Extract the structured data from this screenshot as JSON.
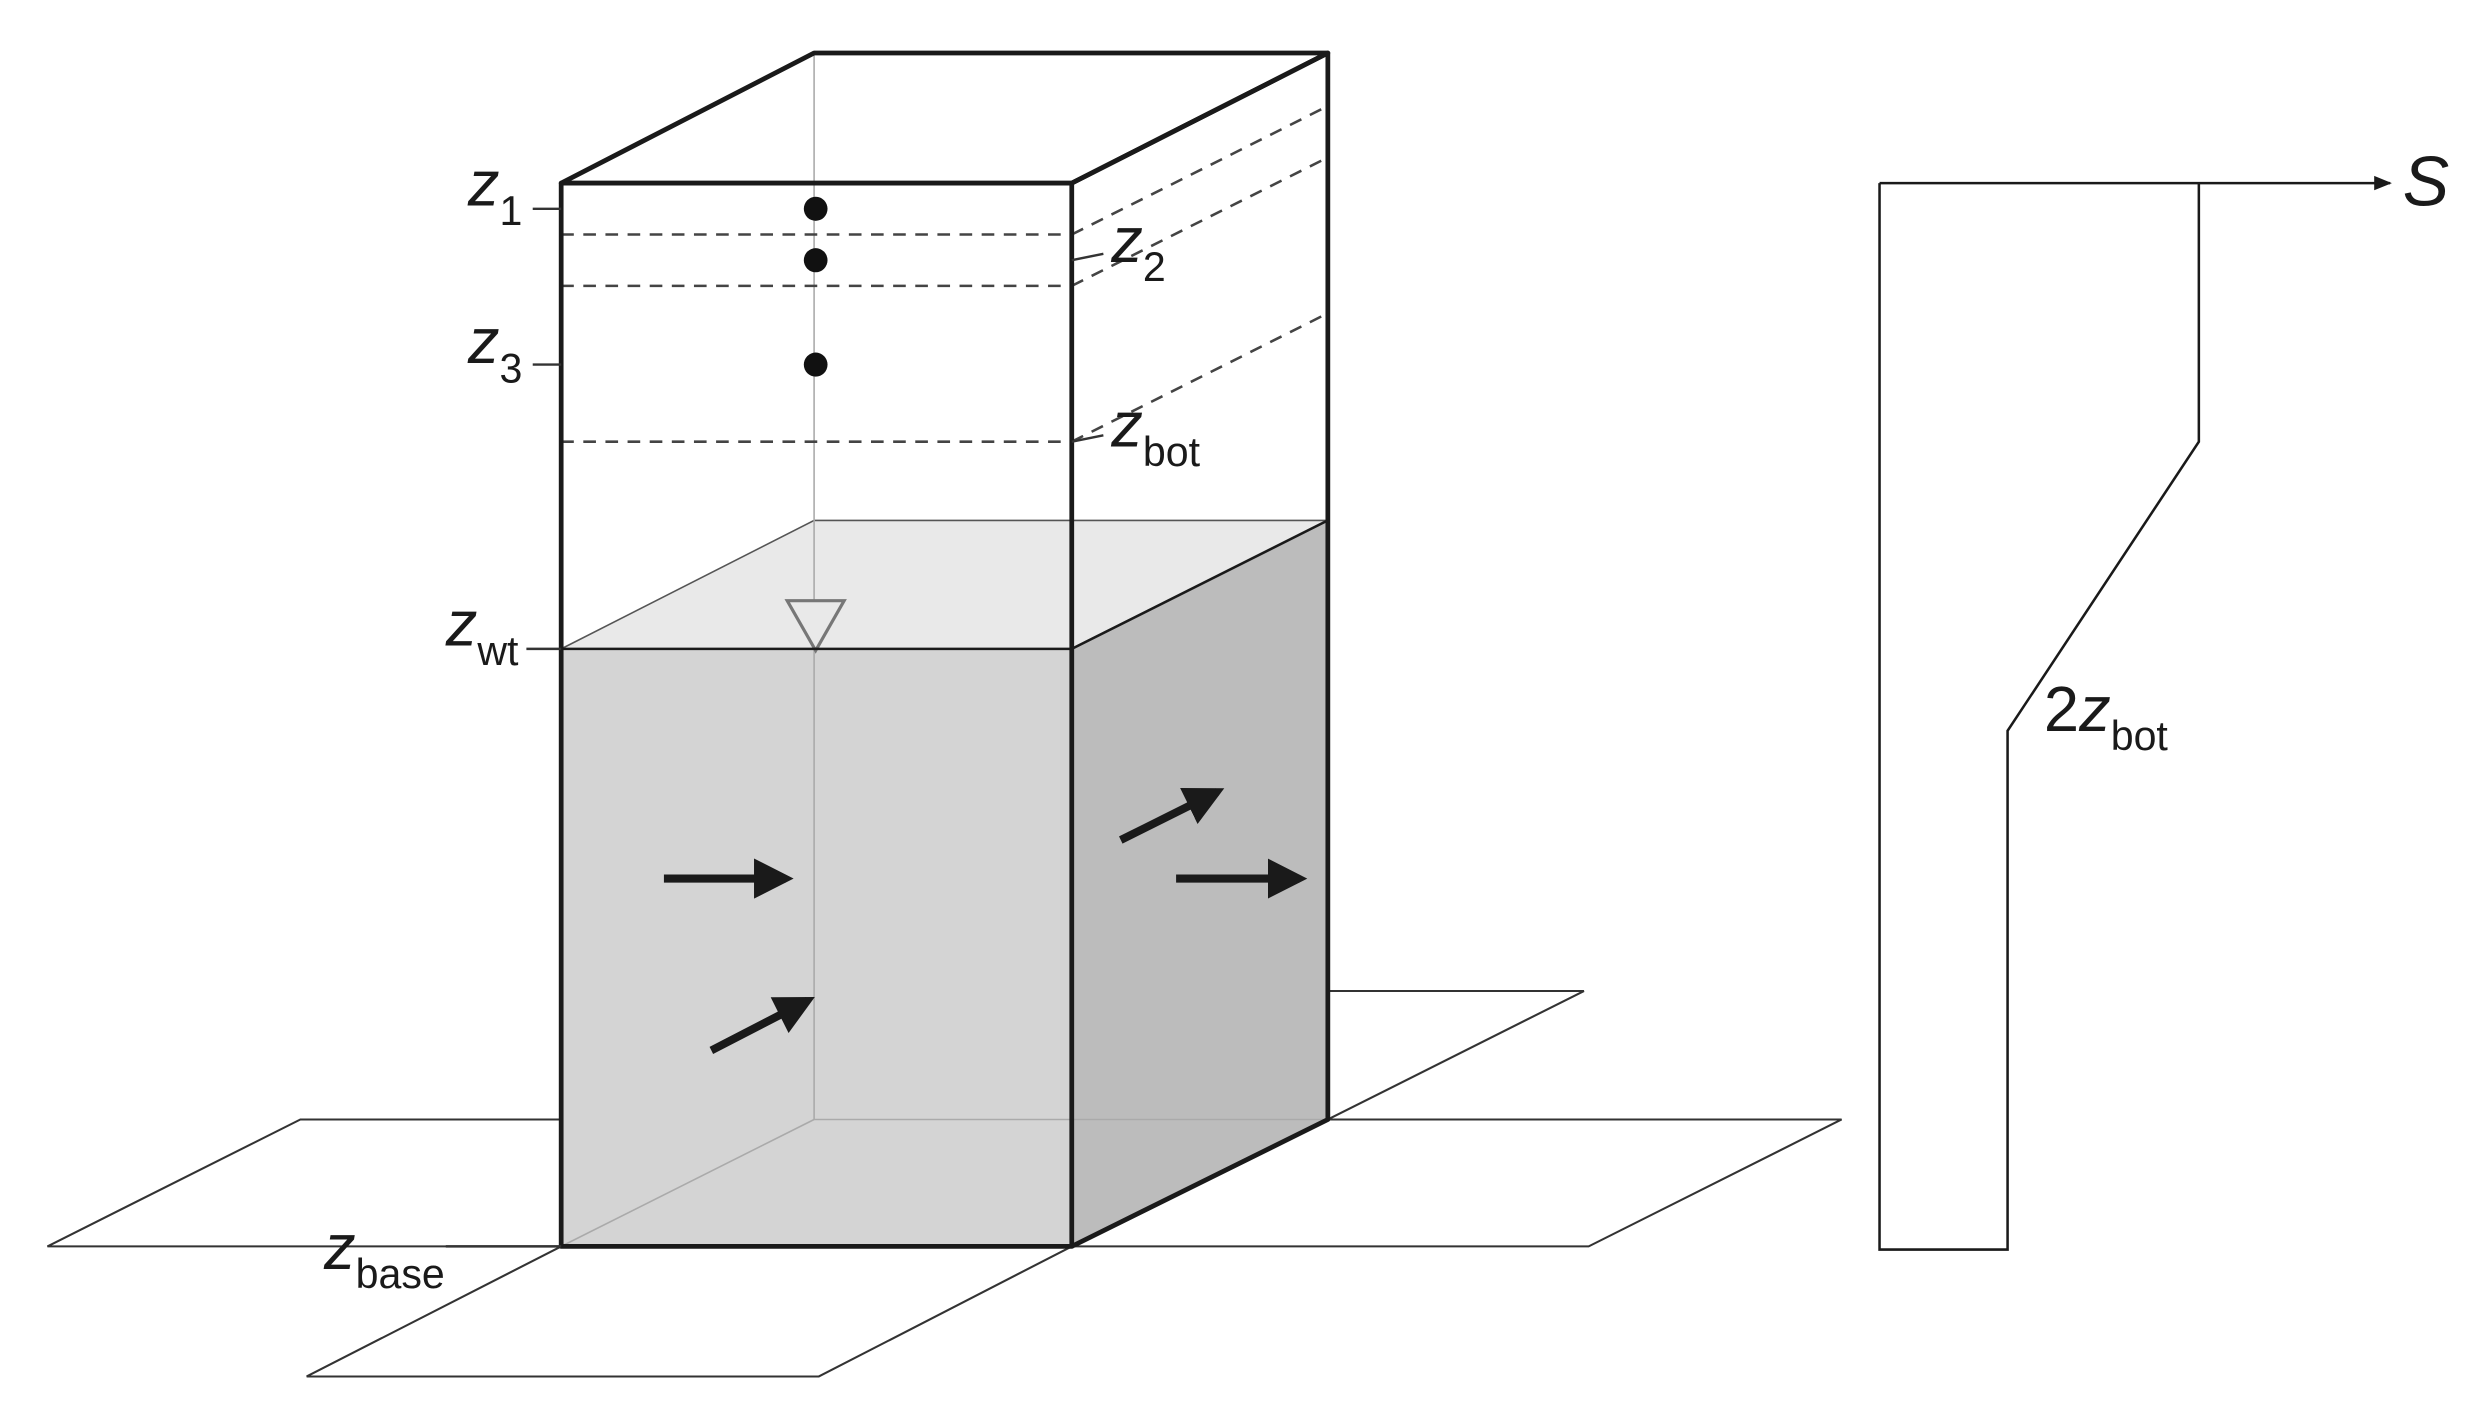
{
  "labels": {
    "z1": {
      "main": "z",
      "sub": "1"
    },
    "z2": {
      "main": "z",
      "sub": "2"
    },
    "z3": {
      "main": "z",
      "sub": "3"
    },
    "zbot": {
      "main": "z",
      "sub": "bot"
    },
    "zwt": {
      "main": "z",
      "sub": "wt"
    },
    "zbase": {
      "main": "z",
      "sub": "base"
    },
    "two_zbot": {
      "prefix": "2",
      "main": "z",
      "sub": "bot"
    },
    "s_axis": "S"
  },
  "colors": {
    "line": "#1a1a1a",
    "thin_line": "#333333",
    "water_front": "#d4d4d4",
    "water_side": "#bcbcbc",
    "water_top": "#e9e9e9",
    "marker_triangle": "#888888"
  },
  "icons": {
    "water_table_marker": "inverted-triangle",
    "sample_points": "filled-dots",
    "flow_arrows": "arrows"
  }
}
